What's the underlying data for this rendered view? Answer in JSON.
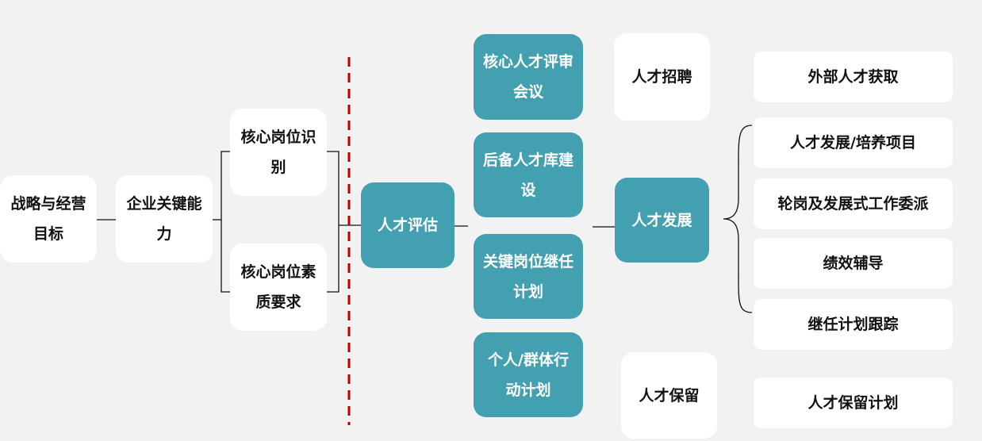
{
  "colors": {
    "teal": "#43a0b0",
    "divider": "#c00000",
    "background": "#f2f2f2"
  },
  "nodes": {
    "strategy": "战略与经营目标",
    "capability": "企业关键能力",
    "core_position_id": "核心岗位识别",
    "core_position_req": "核心岗位素质要求",
    "assessment": "人才评估",
    "review": "核心人才评审会议",
    "pool": "后备人才库建设",
    "succession": "关键岗位继任计划",
    "action": "个人/群体行动计划",
    "recruit": "人才招聘",
    "develop": "人才发展",
    "retain": "人才保留"
  },
  "actions": [
    "外部人才获取",
    "人才发展/培养项目",
    "轮岗及发展式工作委派",
    "绩效辅导",
    "继任计划跟踪",
    "人才保留计划"
  ]
}
